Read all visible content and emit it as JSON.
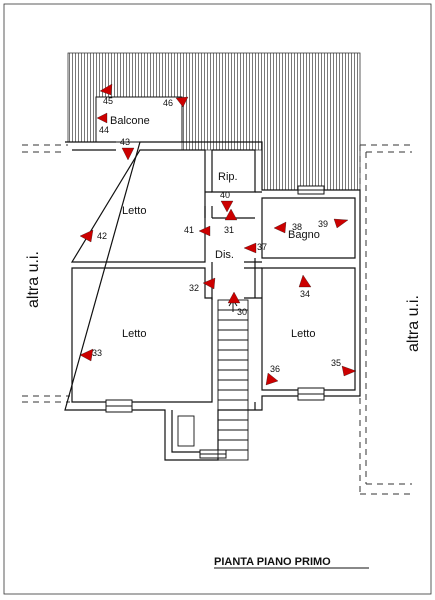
{
  "rooms": {
    "balcone": "Balcone",
    "letto_nw": "Letto",
    "rip": "Rip.",
    "bagno": "Bagno",
    "dis": "Dis.",
    "letto_sw": "Letto",
    "letto_se": "Letto"
  },
  "side_labels": {
    "left": "altra u.i.",
    "right": "altra u.i."
  },
  "title": "PIANTA PIANO PRIMO",
  "markers": [
    "45",
    "46",
    "44",
    "43",
    "40",
    "41",
    "31",
    "42",
    "38",
    "39",
    "37",
    "32",
    "30",
    "34",
    "33",
    "36",
    "35"
  ],
  "colors": {
    "marker": "#cc0000",
    "line": "#111111",
    "hatch": "#555555"
  }
}
